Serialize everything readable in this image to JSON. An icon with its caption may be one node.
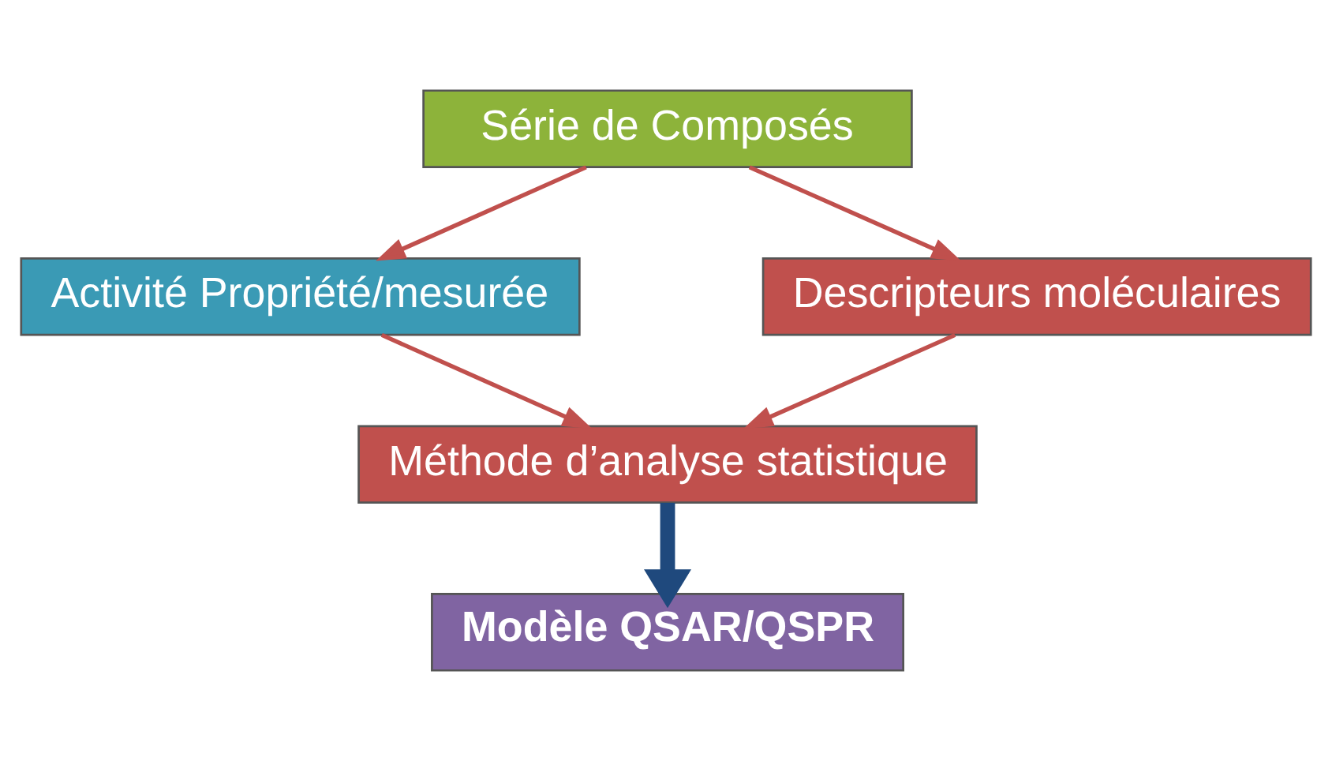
{
  "diagram": {
    "nodes": [
      {
        "text": [
          "Série de Composés"
        ]
      },
      {
        "text": [
          "Activité Propriété/mesurée"
        ]
      },
      {
        "text": [
          "Descripteurs moléculaires"
        ]
      },
      {
        "text": [
          "Méthode d’analyse statistique"
        ]
      },
      {
        "text": [
          "Modèle QSAR/QSPR"
        ]
      }
    ],
    "edges": [
      {
        "from": 0,
        "to": 1,
        "arrow": "to"
      },
      {
        "from": 0,
        "to": 2,
        "arrow": "to"
      },
      {
        "from": 1,
        "to": 3,
        "arrow": "to"
      },
      {
        "from": 2,
        "to": 3,
        "arrow": "to"
      },
      {
        "from": 3,
        "to": 4,
        "arrow": "to",
        "style": "thick",
        "color": "#1f497d"
      }
    ]
  }
}
